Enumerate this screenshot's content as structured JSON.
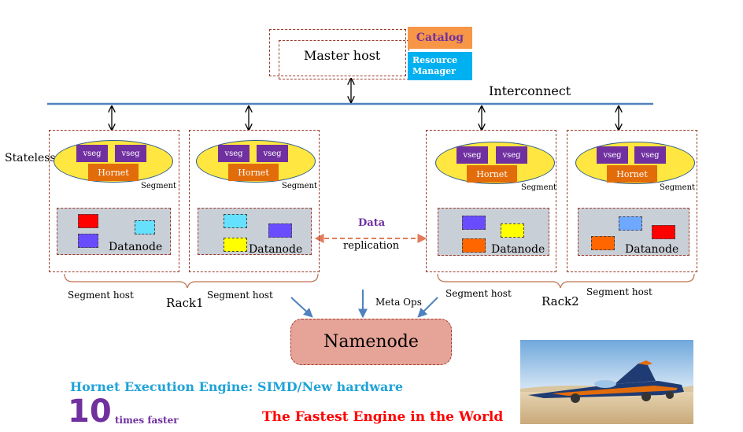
{
  "master": {
    "label": "Master host",
    "catalog_label": "Catalog",
    "resource_manager_label": "Resource Manager"
  },
  "interconnect_label": "Interconnect",
  "stateless_label": "Stateless",
  "segment_node": {
    "vseg_label": "vseg",
    "hornet_label": "Hornet",
    "segment_label": "Segment",
    "datanode_label": "Datanode"
  },
  "data_replication": {
    "data_label": "Data",
    "replication_label": "replication"
  },
  "segment_host_label": "Segment host",
  "racks": [
    "Rack1",
    "Rack2"
  ],
  "meta_ops_label": "Meta Ops",
  "namenode_label": "Namenode",
  "footer": {
    "headline": "Hornet Execution Engine: SIMD/New hardware",
    "big_number": "10",
    "times_faster": "times faster",
    "fastest_engine": "The Fastest Engine in the World"
  },
  "colors": {
    "interconnect": "#4f81bd",
    "catalog_bg": "#f79646",
    "catalog_text": "#7030a0",
    "resource_manager_bg": "#00b0f0",
    "vseg": "#7030a0",
    "hornet": "#e36c0a",
    "ellipse": "#ffe640",
    "datanode_panel": "#c9cfd6",
    "replication_arrow": "#e07b5a",
    "namenode": "#e6a398",
    "headline": "#1fa3d8",
    "big_number": "#7030a0",
    "fastest_engine": "#ff0000"
  }
}
